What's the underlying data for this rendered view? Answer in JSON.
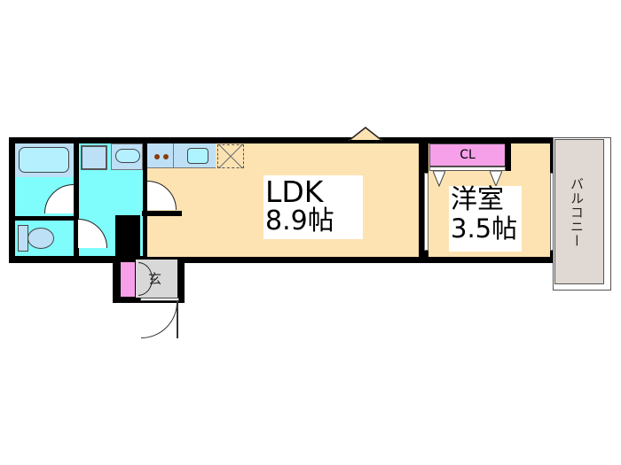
{
  "floorplan": {
    "rooms": [
      {
        "id": "ldk",
        "name": "LDK",
        "size": "8.9帖"
      },
      {
        "id": "western",
        "name": "洋室",
        "size": "3.5帖"
      },
      {
        "id": "closet",
        "name": "CL"
      },
      {
        "id": "entrance",
        "name": "玄"
      },
      {
        "id": "balcony",
        "name": "バルコニー"
      }
    ],
    "fixtures": [
      "bathtub",
      "washbasin",
      "washing-machine",
      "toilet",
      "stove",
      "kitchen-sink",
      "refrigerator-space",
      "window"
    ],
    "colors": {
      "wet_area": "#7ffcfc",
      "living": "#fde3b2",
      "closet": "#f5a0e8",
      "balcony": "#e0d8d2",
      "fixture": "#bde0f6",
      "wall": "#000000"
    }
  }
}
